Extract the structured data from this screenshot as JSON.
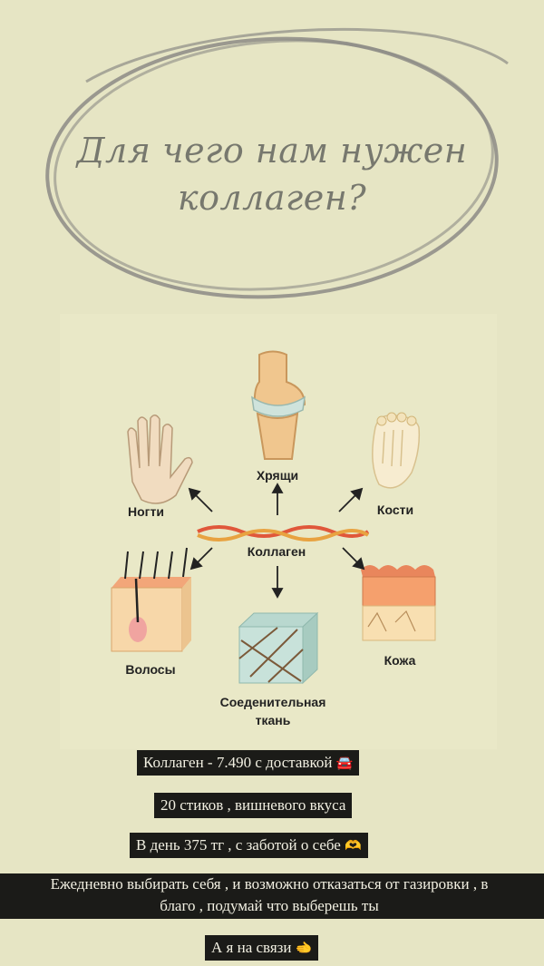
{
  "title": "Для чего нам нужен коллаген?",
  "diagram": {
    "center": "Коллаген",
    "labels": {
      "cartilage": "Хрящи",
      "nails": "Ногти",
      "bones": "Кости",
      "hair": "Волосы",
      "skin": "Кожа",
      "connective_1": "Соеденительная",
      "connective_2": "ткань"
    }
  },
  "captions": {
    "price": "Коллаген - 7.490 с доставкой",
    "price_emoji": "🚘",
    "sticks": "20 стиков , вишневого вкуса",
    "daily": "В день 375 тг , с заботой о себе",
    "daily_emoji": "🫶",
    "choose_line1": "Ежедневно выбирать себя , и возможно отказаться от газировки , в",
    "choose_line2": "благо , подумай что выберешь ты",
    "contact": "А я на связи",
    "contact_emoji": "🫲"
  },
  "colors": {
    "background": "#e6e5c4",
    "caption_bg": "#1b1b18",
    "caption_text": "#f2f0e2",
    "title_text": "#77786e"
  }
}
